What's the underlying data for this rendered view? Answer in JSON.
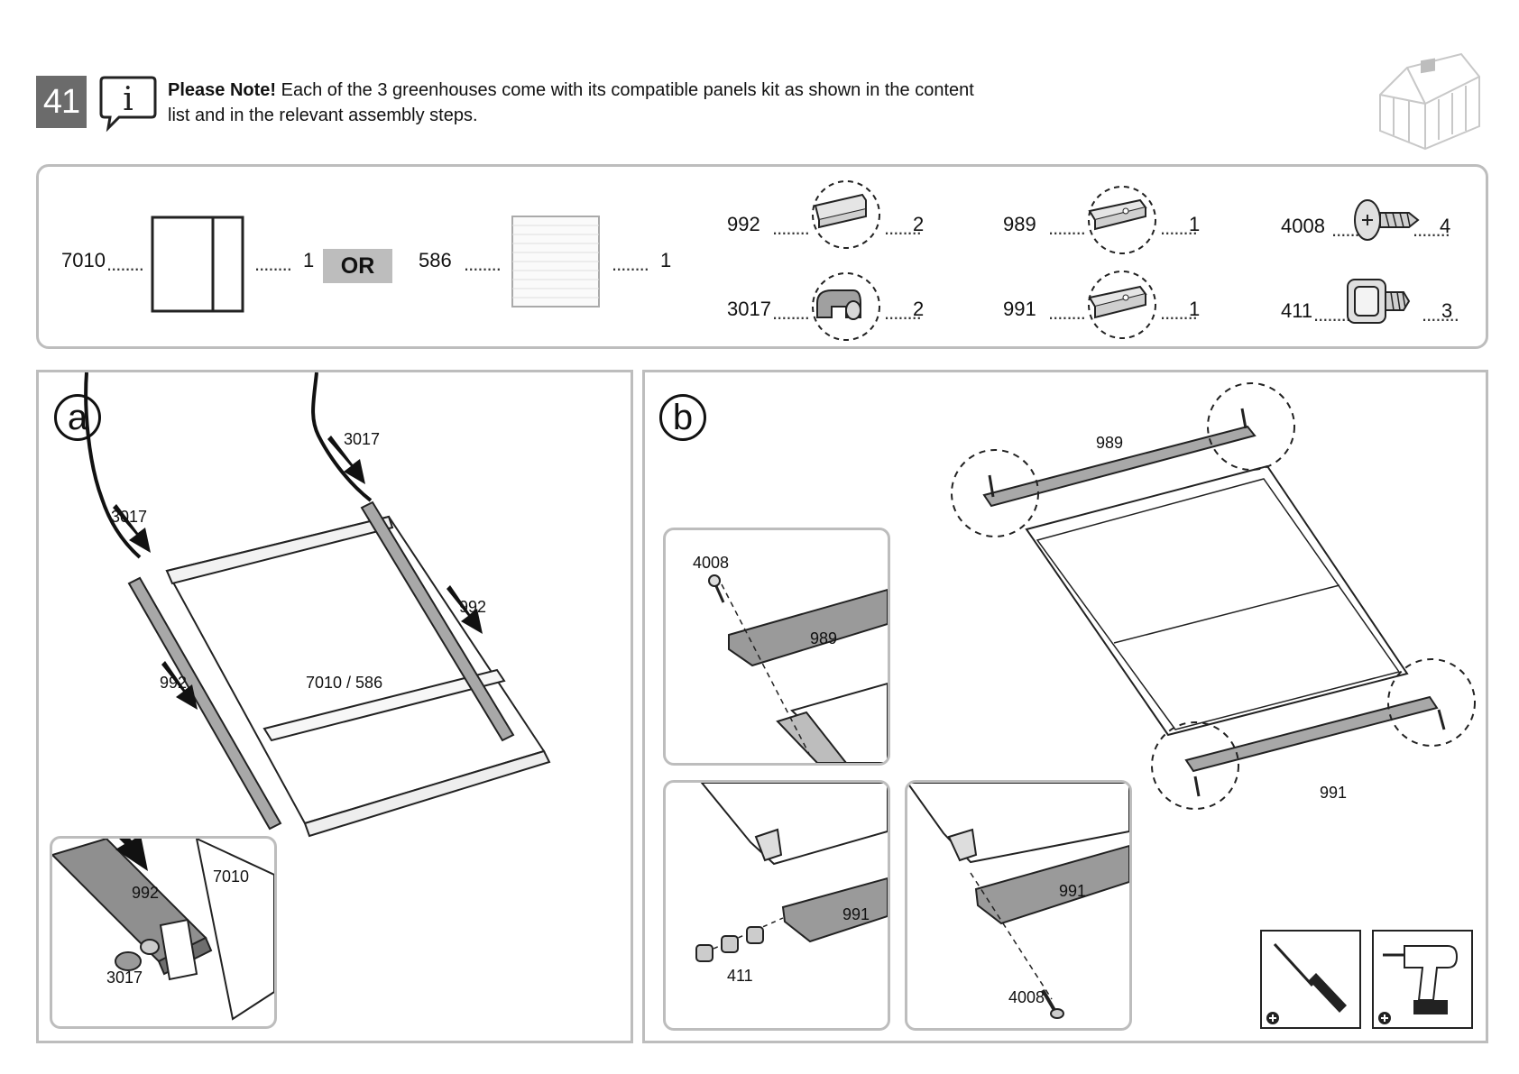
{
  "step": {
    "number": "41"
  },
  "note": {
    "bold": "Please Note!",
    "line1": " Each of the 3 greenhouses come with its compatible panels kit as shown in the content",
    "line2": "list and in the relevant assembly steps."
  },
  "icons": {
    "info": "info-speech-icon",
    "house": "greenhouse-icon",
    "screwdriver": "screwdriver-icon",
    "drill": "drill-icon"
  },
  "parts": {
    "panel_7010": {
      "code": "7010",
      "qty": "1"
    },
    "or_label": "OR",
    "panel_586": {
      "code": "586",
      "qty": "1"
    },
    "p992": {
      "code": "992",
      "qty": "2"
    },
    "p3017": {
      "code": "3017",
      "qty": "2"
    },
    "p989": {
      "code": "989",
      "qty": "1"
    },
    "p991": {
      "code": "991",
      "qty": "1"
    },
    "p4008": {
      "code": "4008",
      "qty": "4"
    },
    "p411": {
      "code": "411",
      "qty": "3"
    },
    "dots": "........"
  },
  "panel_a": {
    "letter": "a",
    "labels": {
      "l3017_top": "3017",
      "l3017_left": "3017",
      "l992_right": "992",
      "l992_left": "992",
      "panel": "7010 / 586"
    },
    "inset": {
      "l992": "992",
      "l7010": "7010",
      "l3017": "3017"
    }
  },
  "panel_b": {
    "letter": "b",
    "labels": {
      "l989": "989",
      "l991": "991"
    },
    "inset1": {
      "l4008": "4008",
      "l989": "989"
    },
    "inset2": {
      "l991": "991",
      "l411": "411"
    },
    "inset3": {
      "l991": "991",
      "l4008": "4008"
    }
  },
  "colors": {
    "frame": "#bdbdbd",
    "dark": "#111111",
    "profile": "#9a9a9a"
  }
}
